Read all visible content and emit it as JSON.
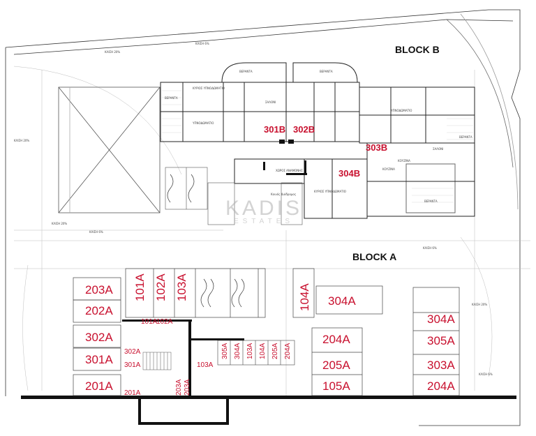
{
  "blocks": {
    "block_b": "BLOCK B",
    "block_a": "BLOCK A"
  },
  "watermark": {
    "brand": "KADIS",
    "sub": "ESTATES"
  },
  "upper_units": [
    "301B",
    "302B",
    "303B",
    "304B"
  ],
  "slots_left": [
    "203A",
    "202A",
    "302A",
    "301A",
    "201A"
  ],
  "slots_top": [
    "101A",
    "102A",
    "103A"
  ],
  "slots_right": [
    "304A",
    "305A",
    "303A",
    "204A"
  ],
  "slots_center": [
    "304A",
    "204A",
    "205A",
    "105A"
  ],
  "storage": [
    "305A",
    "304A",
    "103A",
    "104A",
    "205A",
    "204A"
  ],
  "small_units": [
    "101A",
    "102A",
    "302A",
    "301A",
    "201A",
    "103A"
  ],
  "vertical_units": [
    "104A",
    "203A",
    "203A"
  ],
  "slope_labels": [
    "ΚΛΙΣΗ 20%",
    "ΚΛΙΣΗ 6%",
    "ΚΛΙΣΗ 20%",
    "ΚΛΙΣΗ 20%",
    "ΚΛΙΣΗ 6%",
    "ΚΛΙΣΗ 6%",
    "ΚΛΙΣΗ 20%",
    "ΚΛΙΣΗ 6%"
  ],
  "room_labels": [
    "ΒΕΡΑΝΤΑ",
    "ΒΕΡΑΝΤΑ",
    "ΒΕΡΑΝΤΑ",
    "ΚΥΡΙΟΣ ΥΠΝΟΔΩΜΑΤΙΟ",
    "ΥΠΝΟΔΩΜΑΤΙΟ",
    "ΣΑΛΟΝΙ",
    "ΣΑΛΟΝΙ",
    "ΚΟΥΖΙΝΑ",
    "ΚΟΥΖΙΝΑ",
    "ΚΥΡΙΟΣ ΥΠΝΟΔΩΜΑΤΙΟ",
    "ΥΠΝΟΔΩΜΑΤΙΟ",
    "ΒΕΡΑΝΤΑ",
    "ΒΕΡΑΝΤΑ",
    "ΧΩΡΟΣ ΑΝΑΜΟΝΗΣ",
    "Κοινός Διάδρομος"
  ],
  "colors": {
    "unit_label": "#c8102e",
    "line": "#222222",
    "faint": "#9a9a9a",
    "wall": "#111111"
  }
}
